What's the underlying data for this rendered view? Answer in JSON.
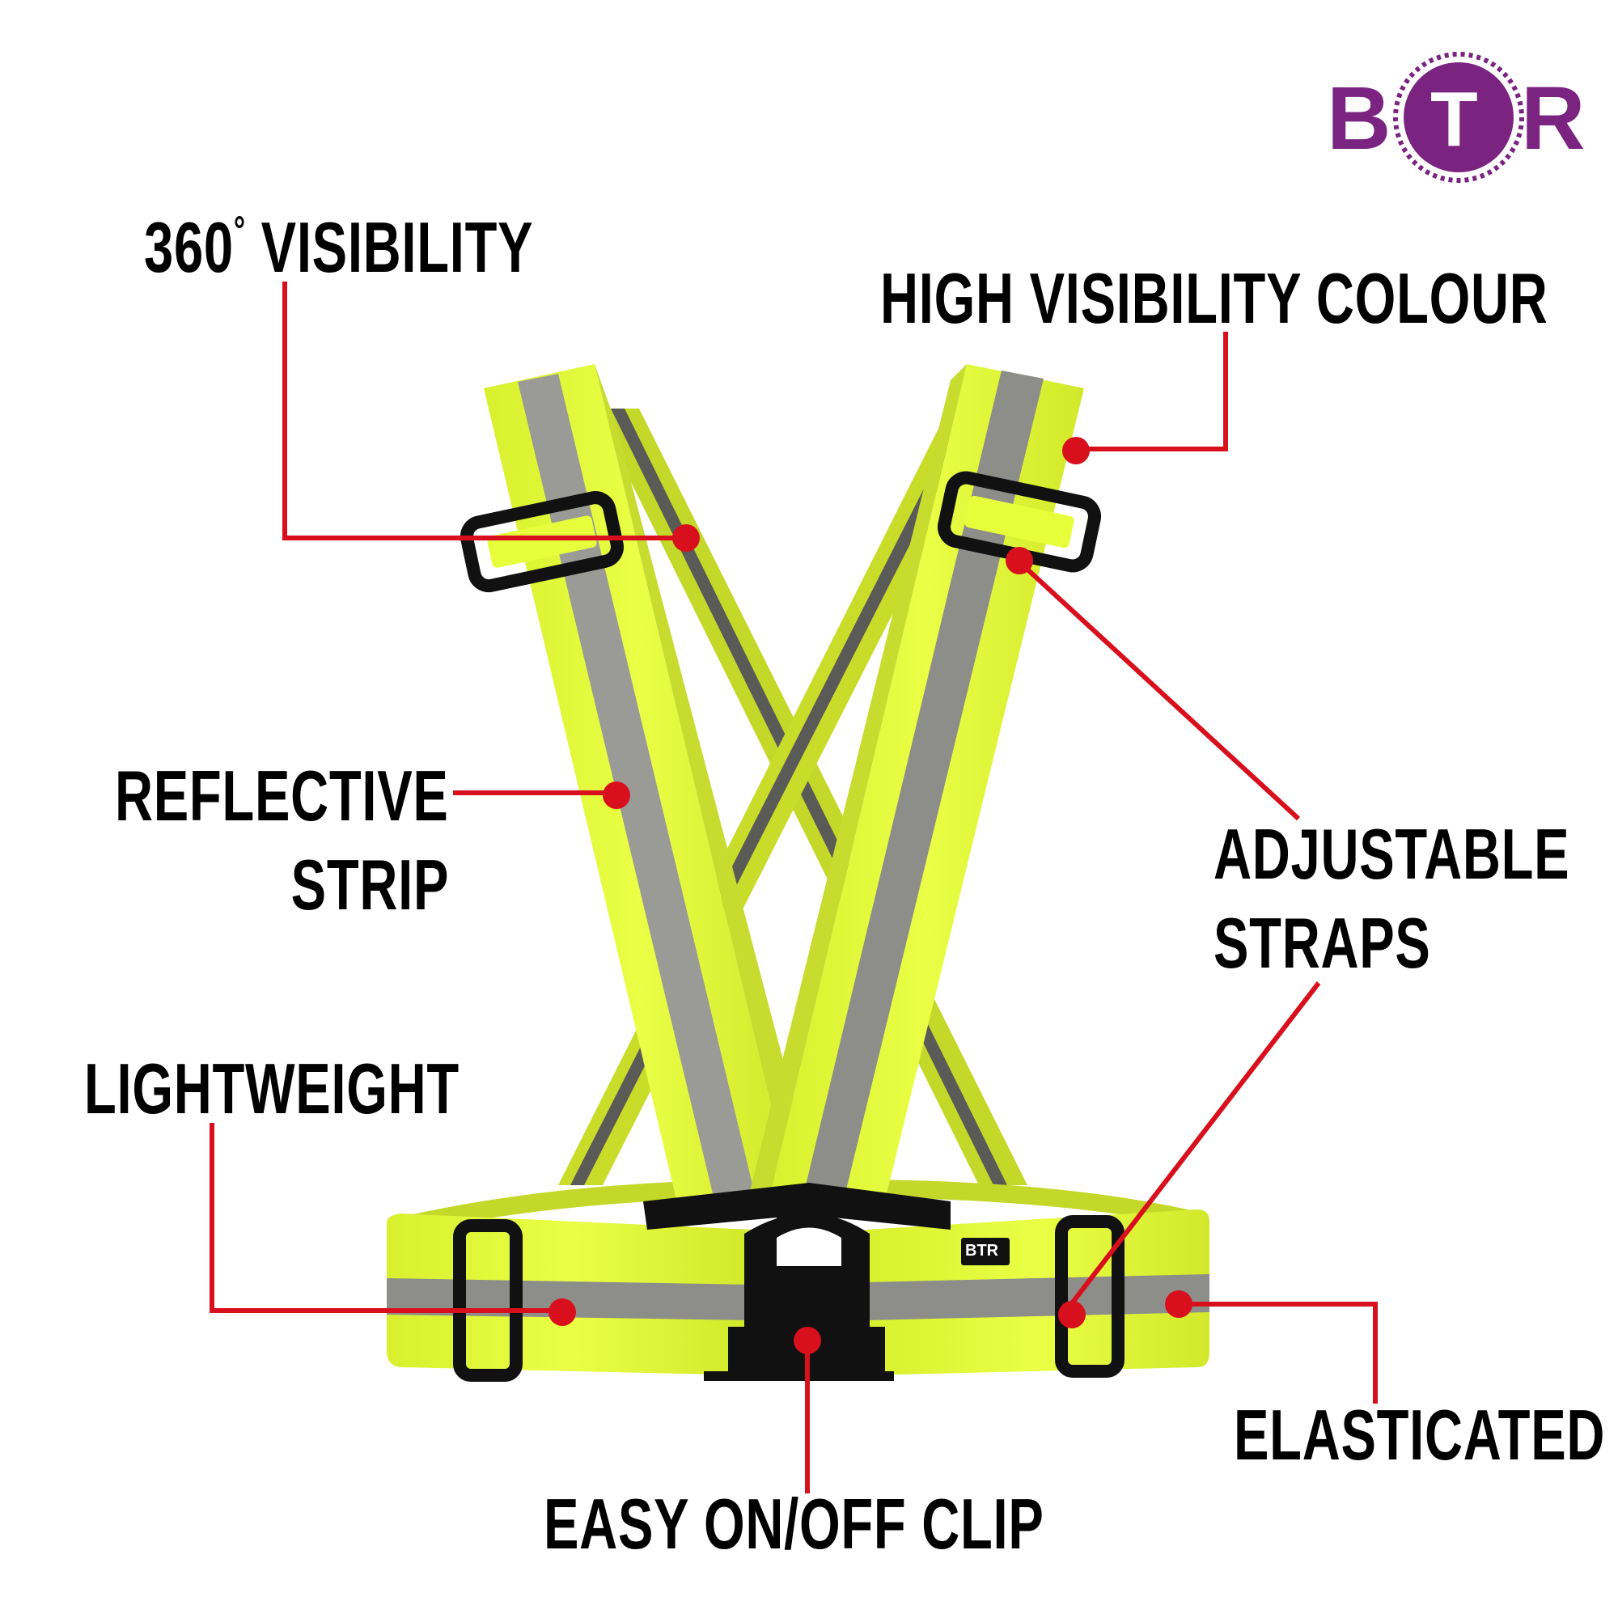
{
  "brand": {
    "logo_letters": [
      "B",
      "T",
      "R"
    ],
    "logo_color": "#7b2380",
    "buckle_badge": "BTR"
  },
  "colors": {
    "strap_yellow": "#e6ff3a",
    "strap_yellow_shade": "#c9dc2a",
    "reflective_grey": "#8c8c88",
    "reflective_grey_dark": "#5c5c5a",
    "hardware_black": "#111111",
    "callout_red": "#d80f1c",
    "text": "#000000"
  },
  "callouts": {
    "visibility_360": {
      "main": "360",
      "degree": "°",
      "rest": " VISIBILITY"
    },
    "high_visibility": "HIGH VISIBILITY COLOUR",
    "reflective": [
      "REFLECTIVE",
      "STRIP"
    ],
    "adjustable": [
      "ADJUSTABLE",
      "STRAPS"
    ],
    "lightweight": "LIGHTWEIGHT",
    "elasticated": "ELASTICATED",
    "clip": "EASY ON/OFF CLIP"
  }
}
